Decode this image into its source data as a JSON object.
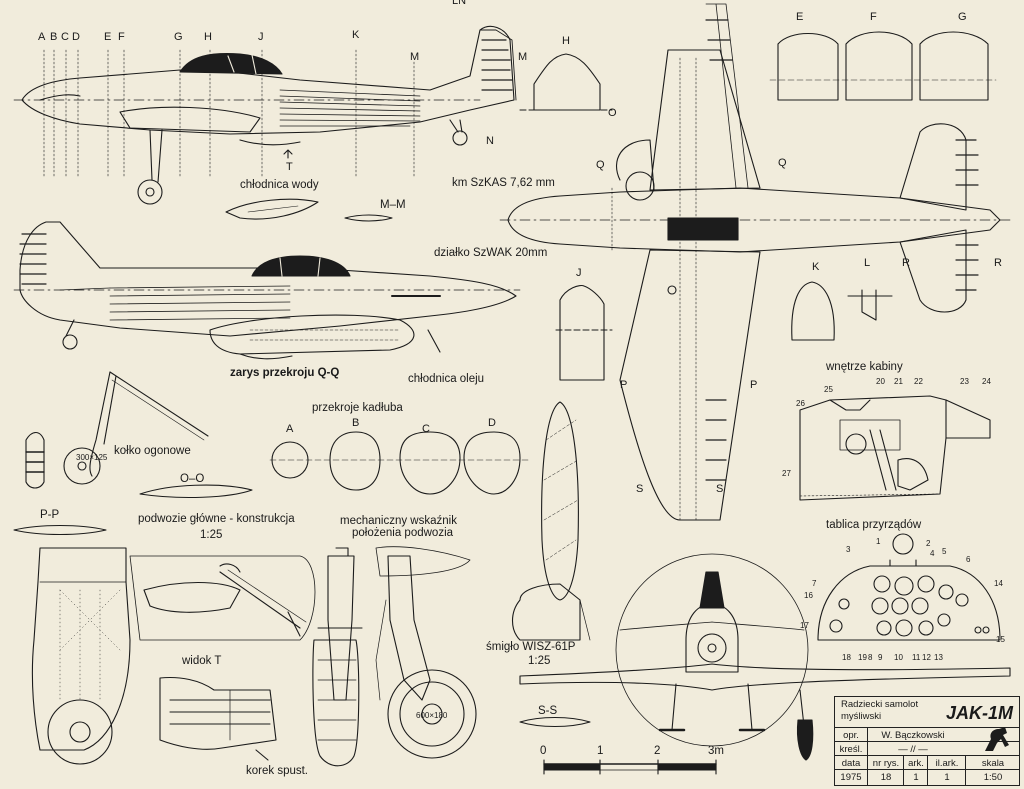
{
  "labels": {
    "chlodnica_wody": "chłodnica wody",
    "km_szkas": "km SzKAS 7,62 mm",
    "mm_section": "M–M",
    "dzialko": "działko SzWAK 20mm",
    "zarys": "zarys przekroju Q-Q",
    "chlodnica_oleju": "chłodnica oleju",
    "kolko_ogonowe": "kołko ogonowe",
    "przekroje_kadluba": "przekroje kadłuba",
    "oo_section": "O–O",
    "pp_section": "P-P",
    "podwozie": "podwozie główne - konstrukcja",
    "podwozie_scale": "1:25",
    "wskaznik_1": "mechaniczny wskaźnik",
    "wskaznik_2": "położenia podwozia",
    "wnetrze_kabiny": "wnętrze kabiny",
    "tablica": "tablica przyrządów",
    "smiglo": "śmigło WISZ-61P",
    "smiglo_scale": "1:25",
    "widok_t": "widok T",
    "korek": "korek spust.",
    "ss_section": "S-S"
  },
  "station_letters_top": [
    "A",
    "B",
    "C",
    "D",
    "E",
    "F",
    "G",
    "H",
    "J",
    "K",
    "M",
    "LN",
    "N",
    "T"
  ],
  "fuselage_sections": [
    "A",
    "B",
    "C",
    "D"
  ],
  "top_view_letters": [
    "H",
    "M",
    "O",
    "Q",
    "Q",
    "E",
    "F",
    "G",
    "J",
    "K",
    "L",
    "R",
    "R",
    "P",
    "P",
    "S",
    "S"
  ],
  "cockpit_numbers": [
    "20",
    "21",
    "22",
    "23",
    "24",
    "25",
    "26",
    "27"
  ],
  "panel_numbers": [
    "1",
    "2",
    "3",
    "4",
    "5",
    "6",
    "7",
    "14",
    "15",
    "16",
    "17",
    "18",
    "19",
    "8",
    "9",
    "10",
    "11",
    "12",
    "13"
  ],
  "wheel_markings": [
    "300×125",
    "600×180"
  ],
  "scale_bar": {
    "ticks": [
      "0",
      "1",
      "2",
      "3m"
    ]
  },
  "title_block": {
    "name_line1": "Radziecki samolot",
    "name_line2": "myśliwski",
    "model": "JAK-1M",
    "opr_label": "opr.",
    "opr_value": "W. Bączkowski",
    "kresl_label": "kreśl.",
    "kresl_value": "— // —",
    "data_label": "data",
    "nr_label": "nr rys.",
    "ark_label": "ark.",
    "il_ark_label": "il.ark.",
    "skala_label": "skala",
    "data_value": "1975",
    "nr_value": "18",
    "ark_value": "1",
    "il_ark_value": "1",
    "skala_value": "1:50"
  }
}
